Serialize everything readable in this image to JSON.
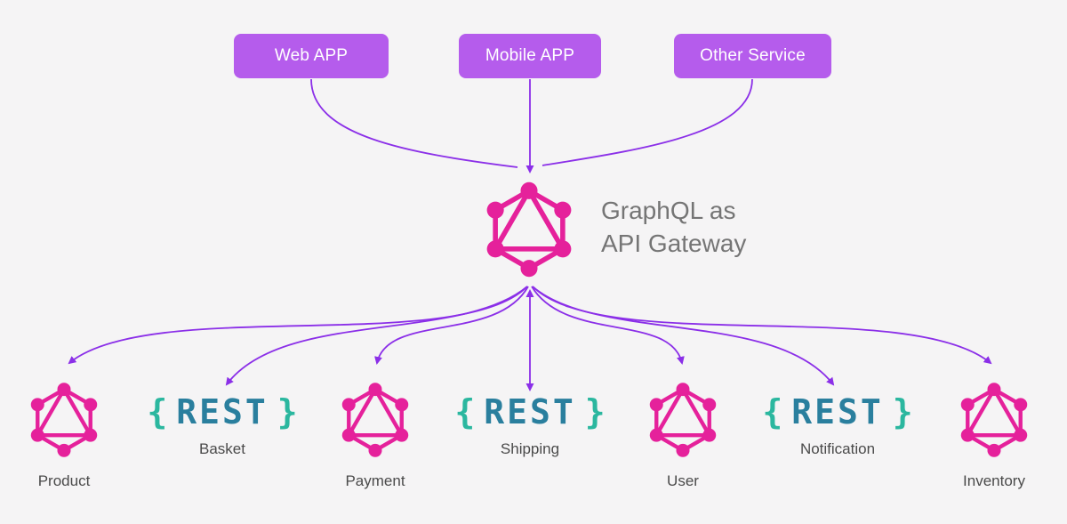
{
  "clients": [
    {
      "label": "Web APP"
    },
    {
      "label": "Mobile APP"
    },
    {
      "label": "Other Service"
    }
  ],
  "gateway": {
    "title_line1": "GraphQL as",
    "title_line2": "API Gateway",
    "logo": "graphql-logo"
  },
  "services": [
    {
      "label": "Product",
      "type": "graphql"
    },
    {
      "label": "Basket",
      "type": "rest",
      "brace_open": "{",
      "rest_text": "REST",
      "brace_close": "}"
    },
    {
      "label": "Payment",
      "type": "graphql"
    },
    {
      "label": "Shipping",
      "type": "rest",
      "brace_open": "{",
      "rest_text": "REST",
      "brace_close": "}"
    },
    {
      "label": "User",
      "type": "graphql"
    },
    {
      "label": "Notification",
      "type": "rest",
      "brace_open": "{",
      "rest_text": "REST",
      "brace_close": "}"
    },
    {
      "label": "Inventory",
      "type": "graphql"
    }
  ],
  "colors": {
    "background": "#f5f4f5",
    "client_box": "#b55cec",
    "client_text": "#ffffff",
    "arrow": "#8b2fe8",
    "graphql_pink": "#e5219b",
    "rest_brace": "#2bb79f",
    "rest_text": "#2a7f9e",
    "title_text": "#757575",
    "label_text": "#4a4a4a"
  }
}
